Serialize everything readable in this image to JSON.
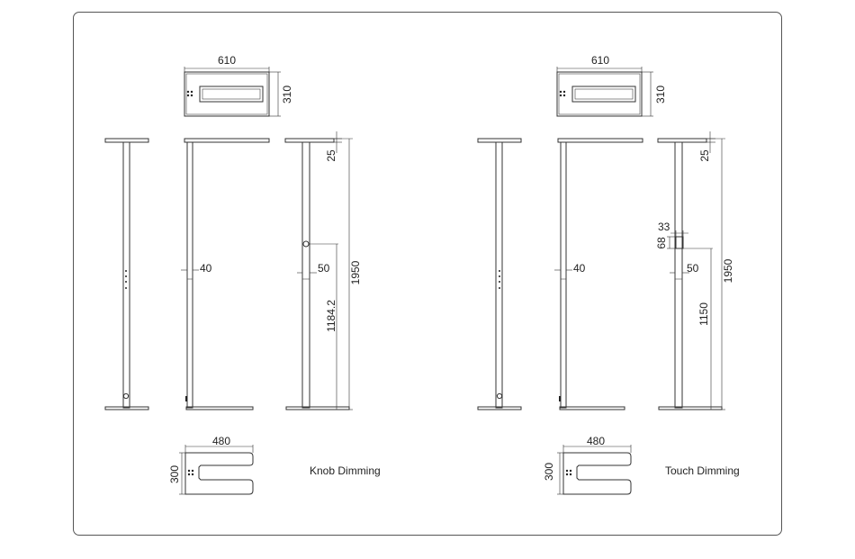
{
  "knob": {
    "caption": "Knob Dimming",
    "top_width": "610",
    "top_depth": "310",
    "pole_width": "40",
    "side_pole": "50",
    "head_thickness": "25",
    "knob_height": "1184.2",
    "total_height": "1950",
    "base_width": "480",
    "base_depth": "300"
  },
  "touch": {
    "caption": "Touch Dimming",
    "top_width": "610",
    "top_depth": "310",
    "pole_width": "40",
    "side_pole": "50",
    "head_thickness": "25",
    "touch_width": "33",
    "touch_height": "68",
    "touch_elevation": "1150",
    "total_height": "1950",
    "base_width": "480",
    "base_depth": "300"
  }
}
